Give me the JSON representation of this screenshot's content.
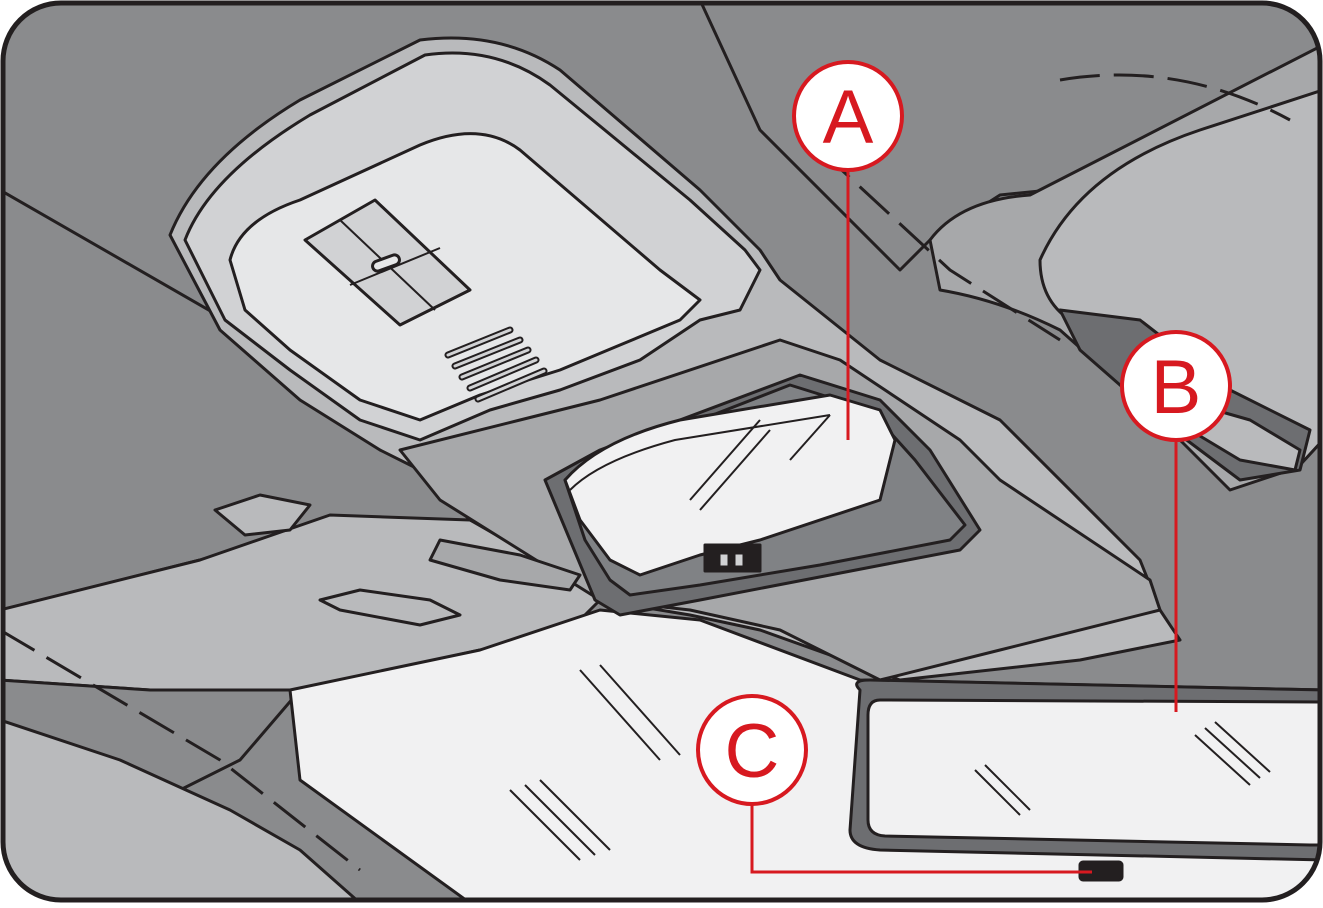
{
  "figure": {
    "callouts": [
      {
        "id": "A",
        "label": "A",
        "target": "overhead-sunglasses-holder"
      },
      {
        "id": "B",
        "label": "B",
        "target": "rearview-mirror"
      },
      {
        "id": "C",
        "label": "C",
        "target": "mirror-sensor"
      }
    ]
  },
  "colors": {
    "outline": "#231f20",
    "callout_red": "#d71920",
    "headliner": "#8a8b8d",
    "headliner_light": "#a7a8aa",
    "console": "#b9babc",
    "lens": "#e6e7e8",
    "glass": "#f1f1f2",
    "dark_insert": "#6d6e71"
  }
}
